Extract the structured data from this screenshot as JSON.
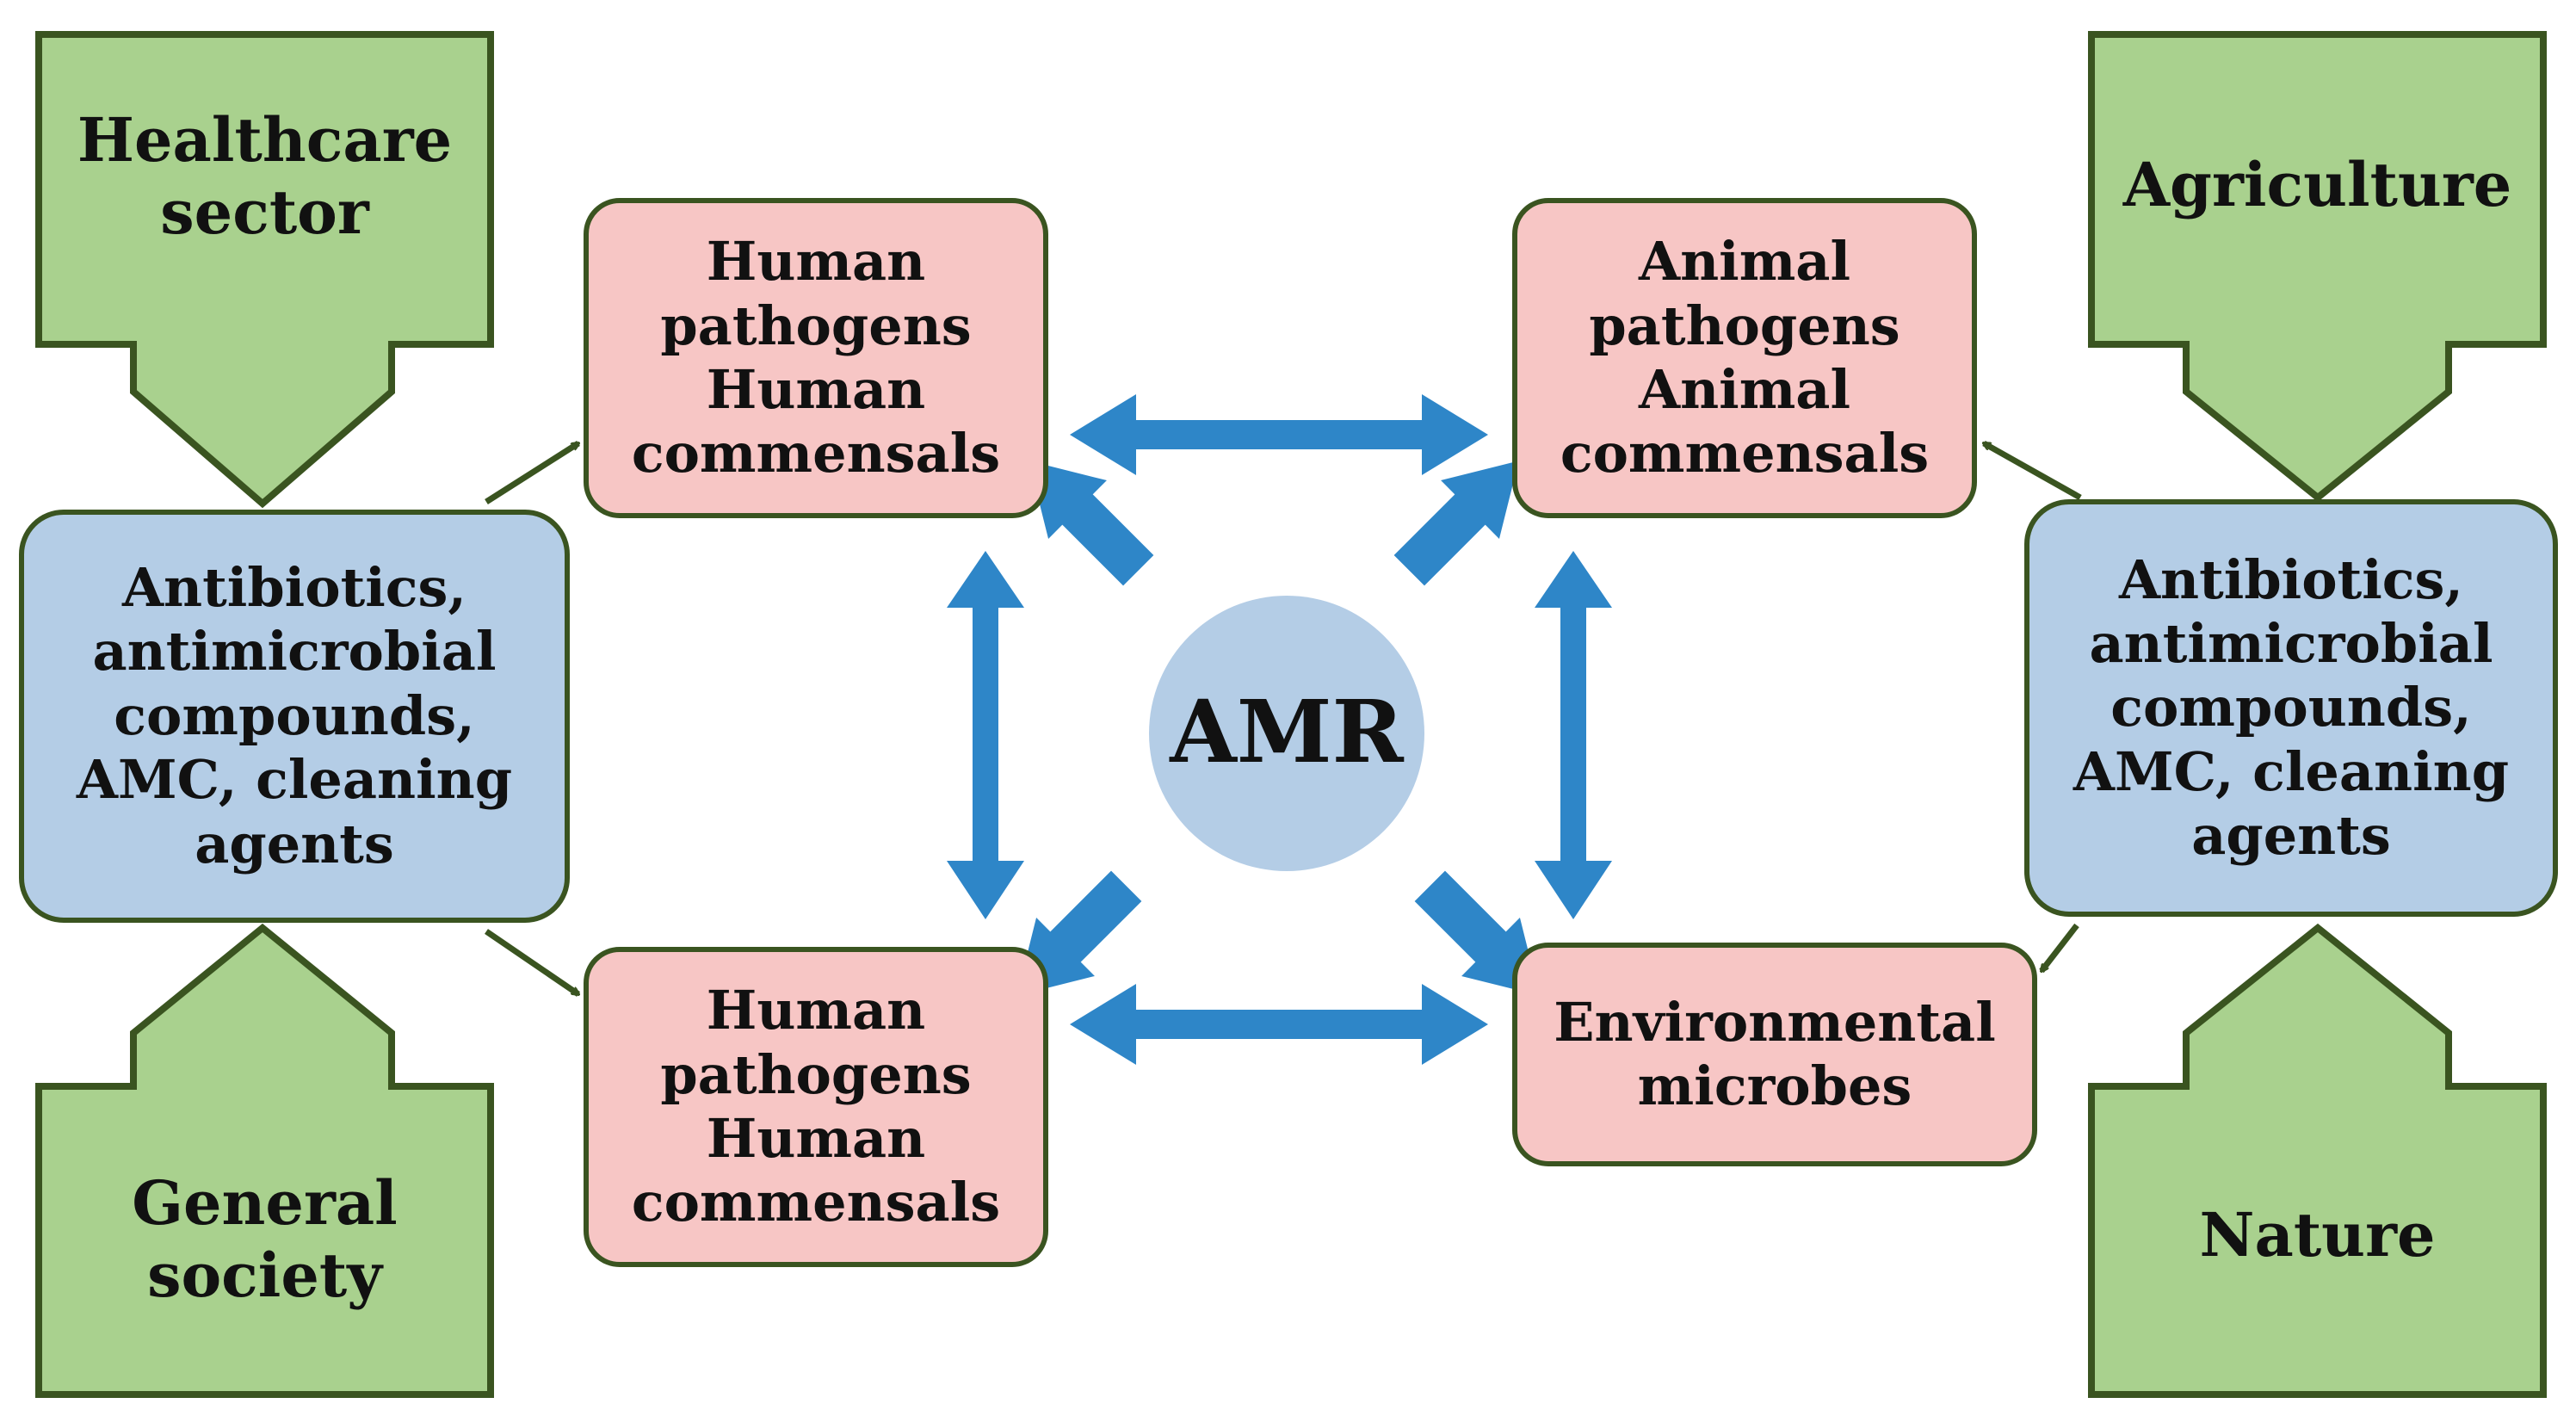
{
  "colors": {
    "green_fill": "#a9d18e",
    "green_stroke": "#3a5420",
    "pink_fill": "#f7c6c5",
    "blue_fill": "#b4cde6",
    "amr_fill": "#b4cde6",
    "arrow_blue": "#2e86c8"
  },
  "sources": {
    "healthcare": "Healthcare sector",
    "general_society": "General society",
    "agriculture": "Agriculture",
    "nature": "Nature"
  },
  "agents": {
    "left": [
      "Antibiotics,",
      "antimicrobial",
      "compounds,",
      "AMC, cleaning",
      "agents"
    ],
    "right": [
      "Antibiotics,",
      "antimicrobial",
      "compounds,",
      "AMC, cleaning",
      "agents"
    ]
  },
  "microbes": {
    "human_top": [
      "Human",
      "pathogens",
      "Human",
      "commensals"
    ],
    "human_bottom": [
      "Human",
      "pathogens",
      "Human",
      "commensals"
    ],
    "animal": [
      "Animal",
      "pathogens",
      "Animal",
      "commensals"
    ],
    "environmental": [
      "Environmental",
      "microbes"
    ]
  },
  "center": {
    "label": "AMR"
  }
}
